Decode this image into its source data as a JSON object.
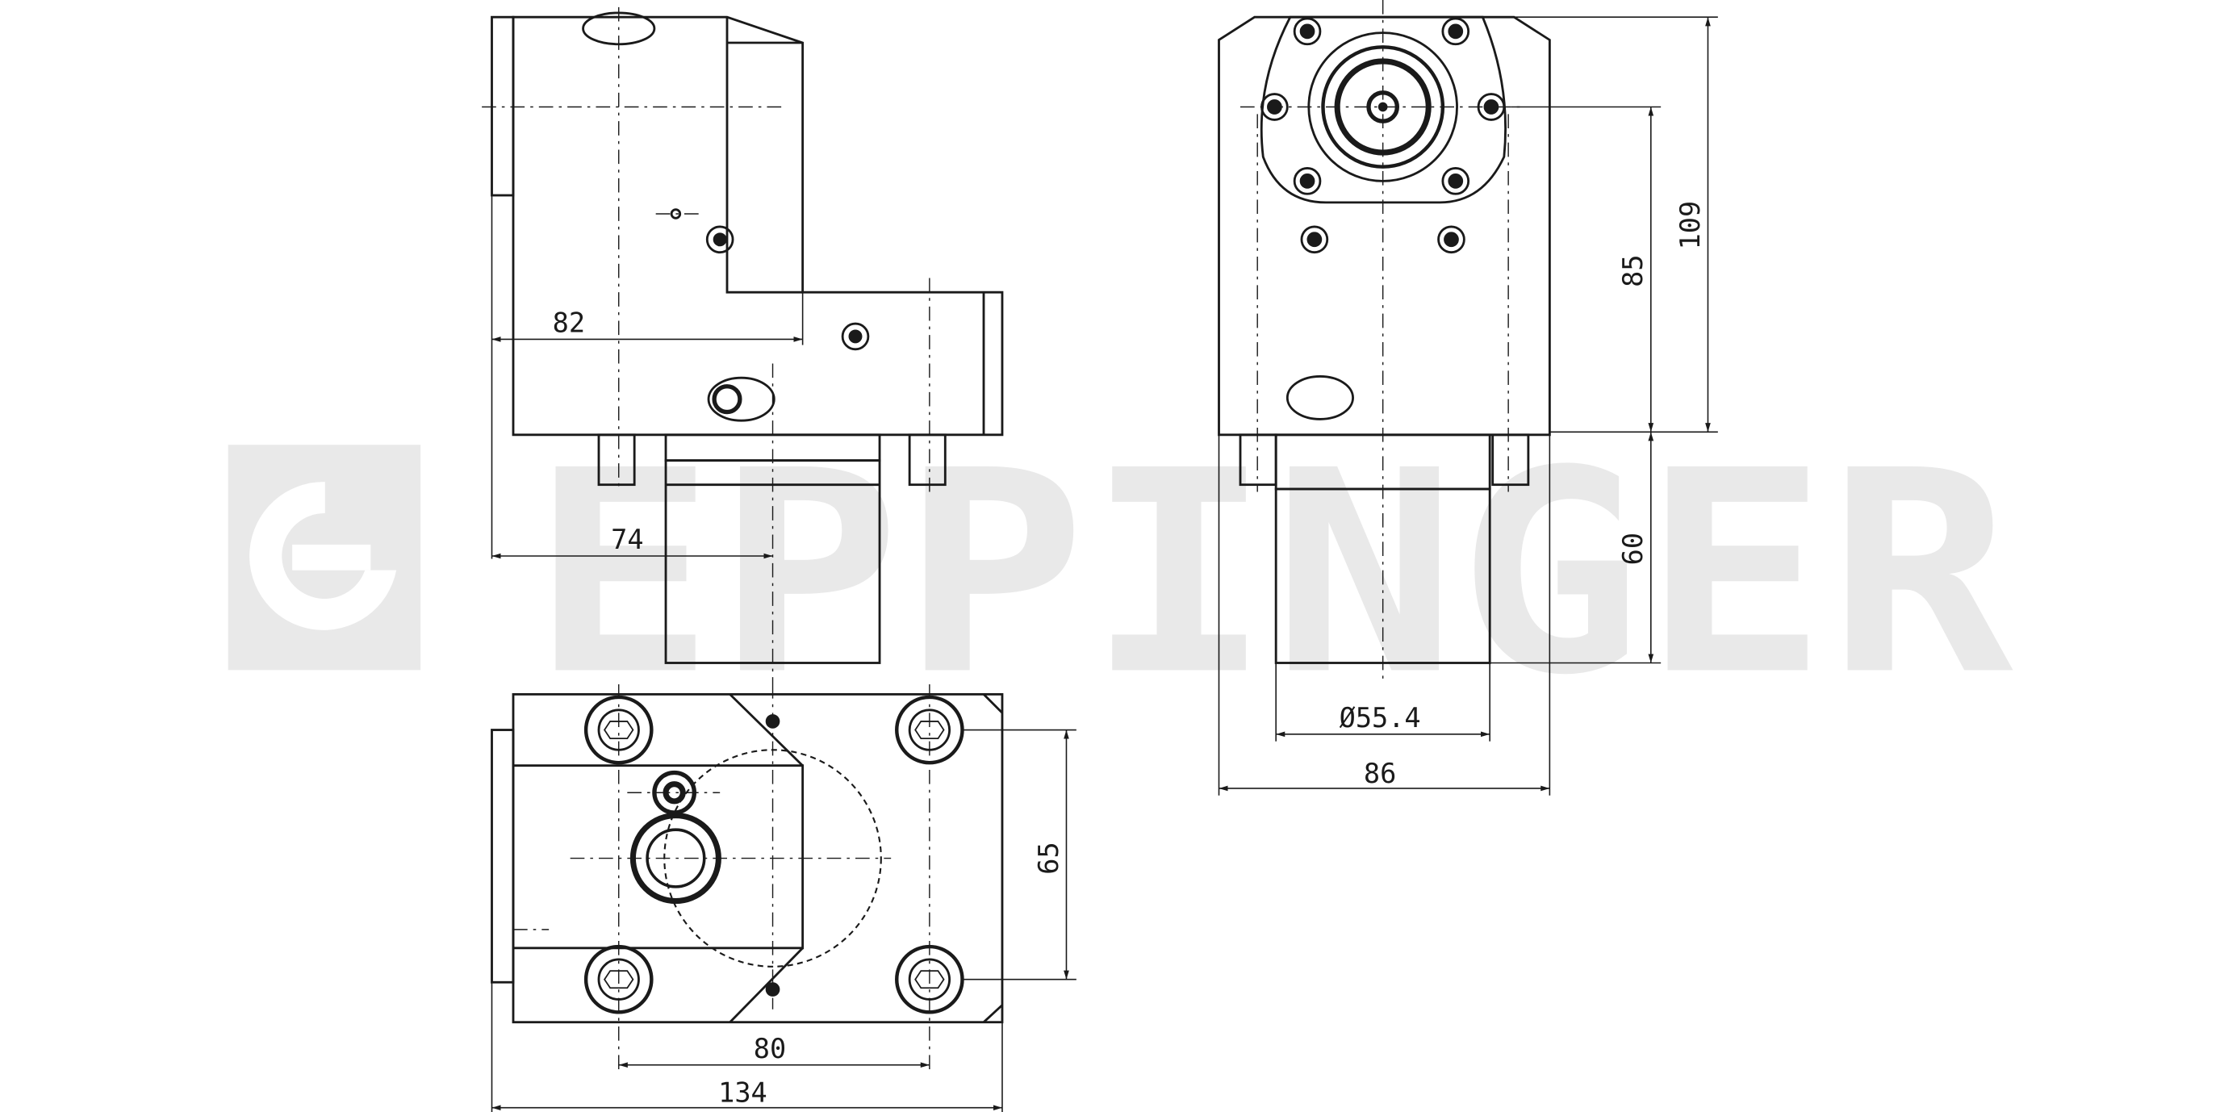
{
  "watermark": {
    "text": "EPPINGER",
    "color": "#e9e9e9"
  },
  "colors": {
    "line": "#1a1a1a",
    "background": "#ffffff"
  },
  "dimensions": {
    "d82": "82",
    "d74": "74",
    "d109": "109",
    "d85": "85",
    "d60": "60",
    "d554": "Ø55.4",
    "d86": "86",
    "d65": "65",
    "d80": "80",
    "d134": "134"
  }
}
